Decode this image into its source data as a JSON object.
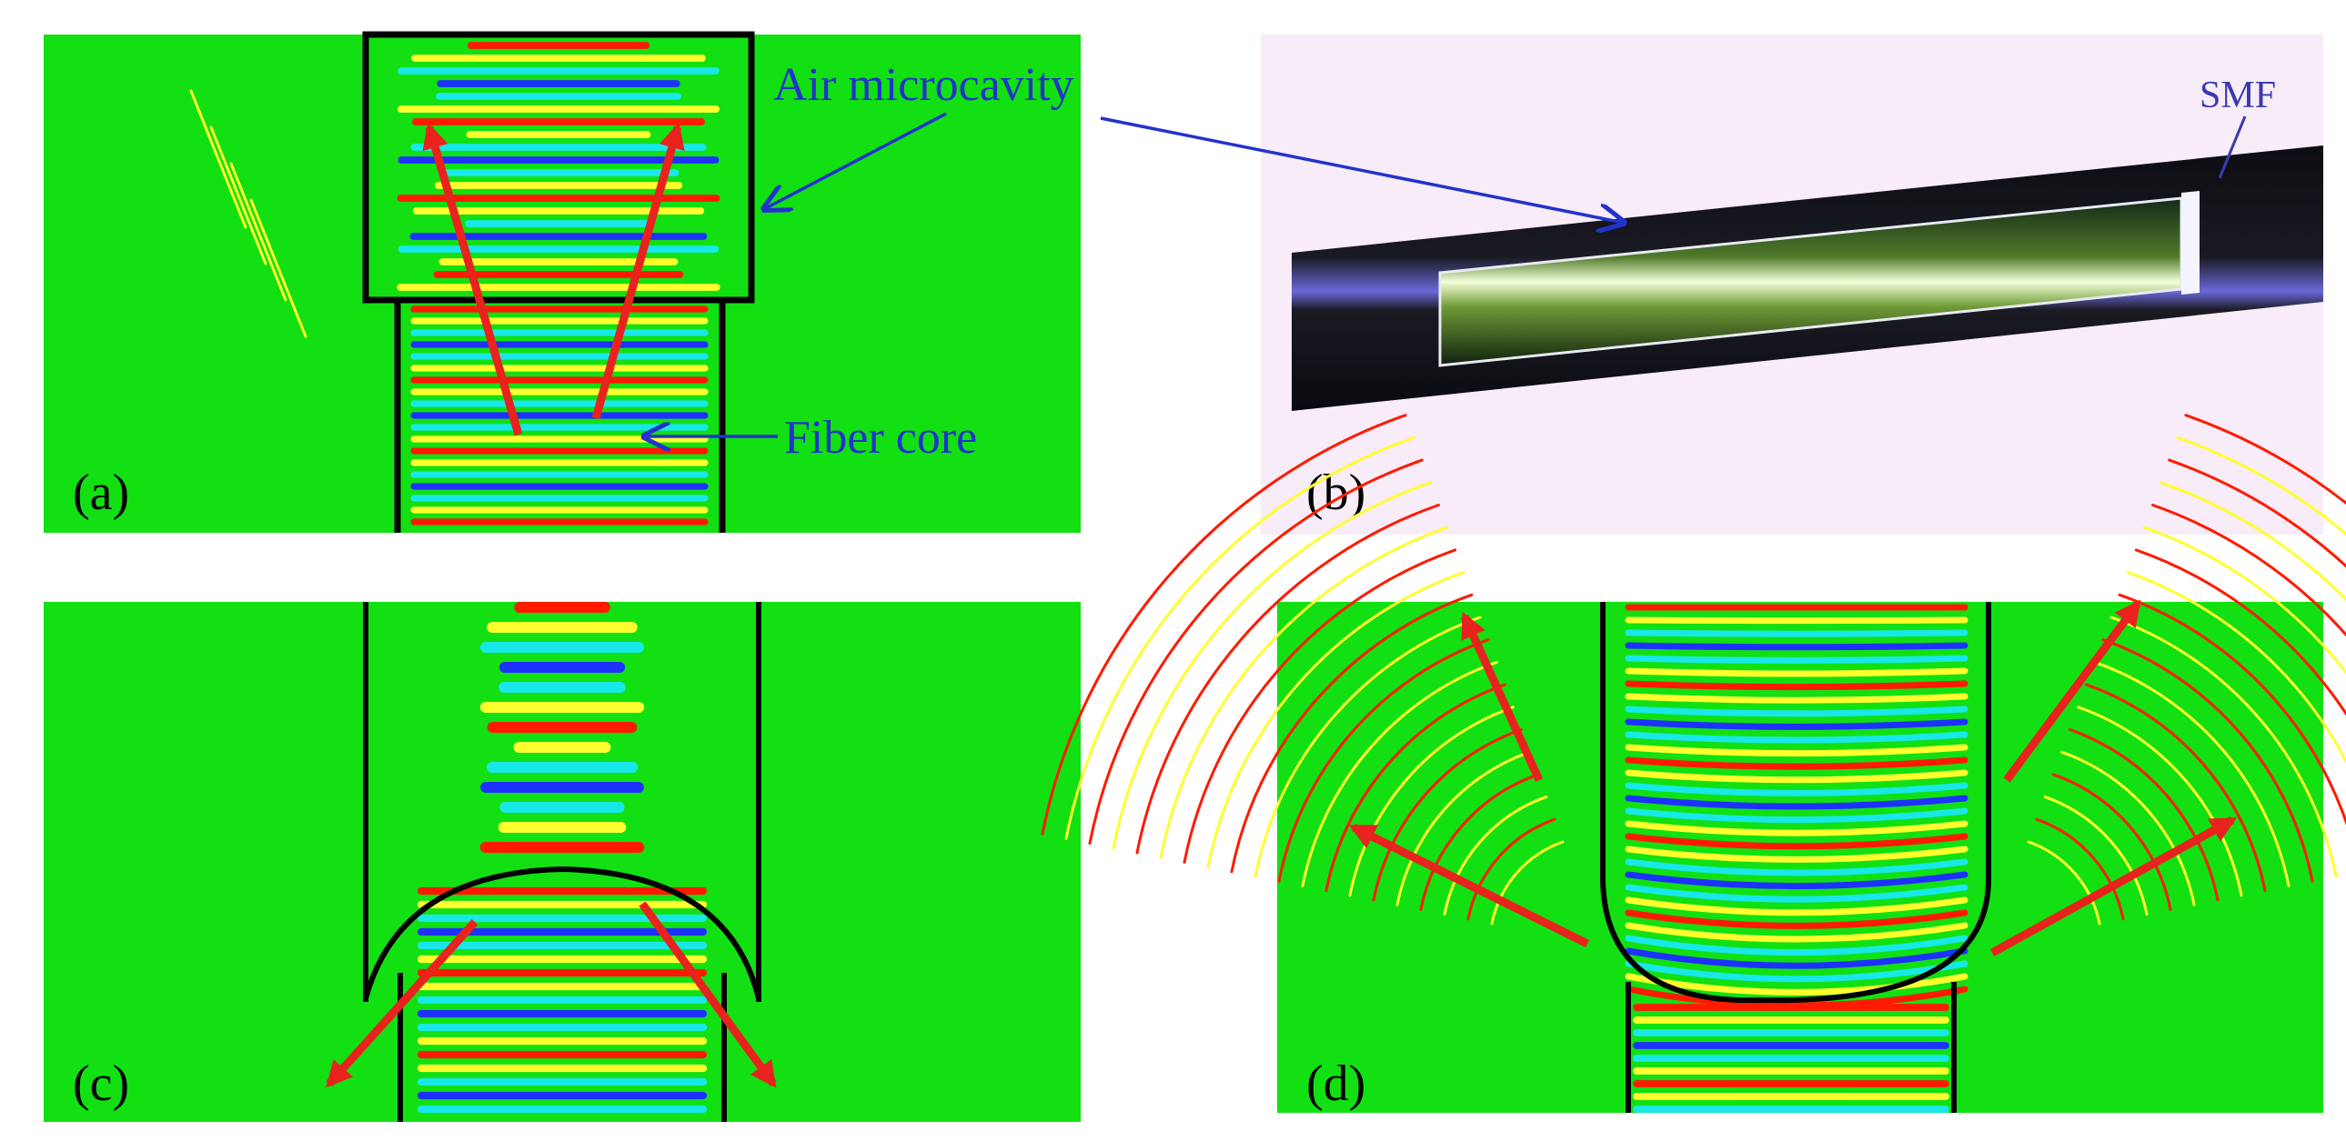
{
  "panels": {
    "a": {
      "label": "(a)",
      "annotations": {
        "air_microcavity": "Air microcavity",
        "fiber_core": "Fiber core"
      }
    },
    "b": {
      "label": "(b)",
      "annotations": {
        "smf": "SMF"
      }
    },
    "c": {
      "label": "(c)"
    },
    "d": {
      "label": "(d)"
    }
  },
  "colors": {
    "field_background": "#12e012",
    "fringe_red": "#ff1a00",
    "fringe_yellow": "#ffff30",
    "fringe_cyan": "#18e8e8",
    "fringe_blue": "#1e32ff",
    "arrow_red": "#e8231e",
    "annotation_blue": "#2233cc",
    "outline_black": "#000000",
    "micrograph_background": "#f7ecf7"
  }
}
